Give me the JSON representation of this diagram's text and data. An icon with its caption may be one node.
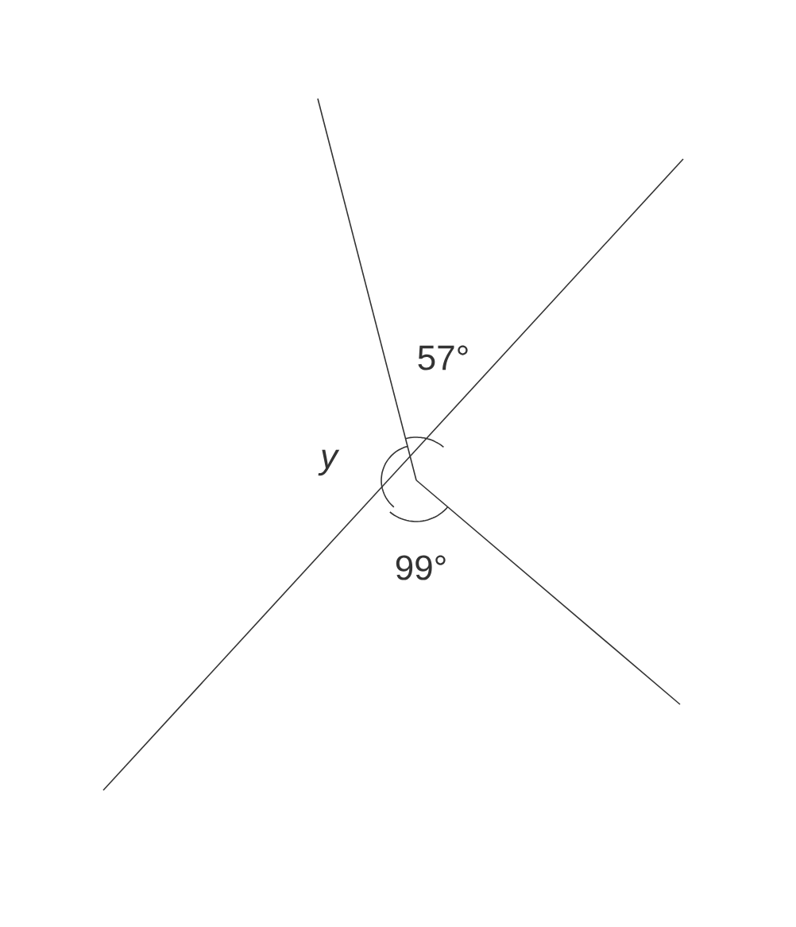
{
  "diagram": {
    "labels": [
      "57°",
      "y",
      "99°"
    ]
  }
}
